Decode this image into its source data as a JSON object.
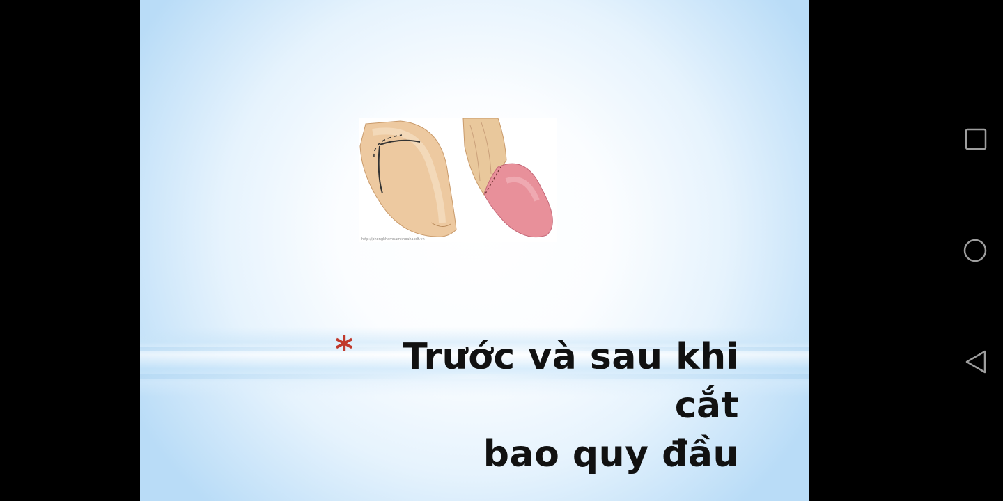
{
  "slide": {
    "bullet": "*",
    "title_line1": "Trước và sau khi cắt",
    "title_line2": "bao quy đầu",
    "image_caption": "http://phongkhamnamkhoahapdt.vn"
  },
  "colors": {
    "bullet": "#c0392b",
    "title": "#111111",
    "background_edge": "#b9dcf7"
  },
  "navbar": {
    "buttons": [
      {
        "name": "recents-button",
        "icon": "square-icon"
      },
      {
        "name": "home-button",
        "icon": "circle-icon"
      },
      {
        "name": "back-button",
        "icon": "triangle-back-icon"
      }
    ]
  }
}
